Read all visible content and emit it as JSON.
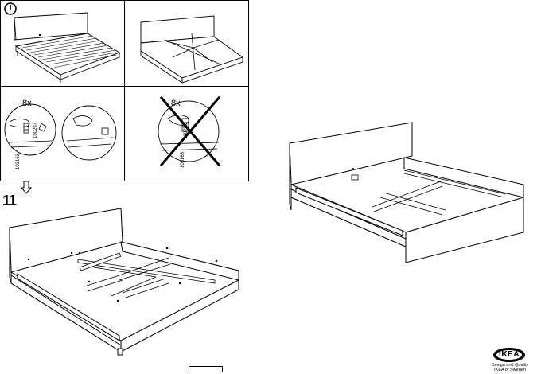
{
  "info_icon_label": "i",
  "step_number": "11",
  "quantity_ok": "8x",
  "quantity_wrong": "8x",
  "part_codes": [
    "100297",
    "103163",
    "100297",
    "103163"
  ],
  "brand": {
    "logo_text": "IKEA",
    "tagline_1": "Design and Quality",
    "tagline_2": "IKEA of Sweden"
  },
  "page_number": ""
}
